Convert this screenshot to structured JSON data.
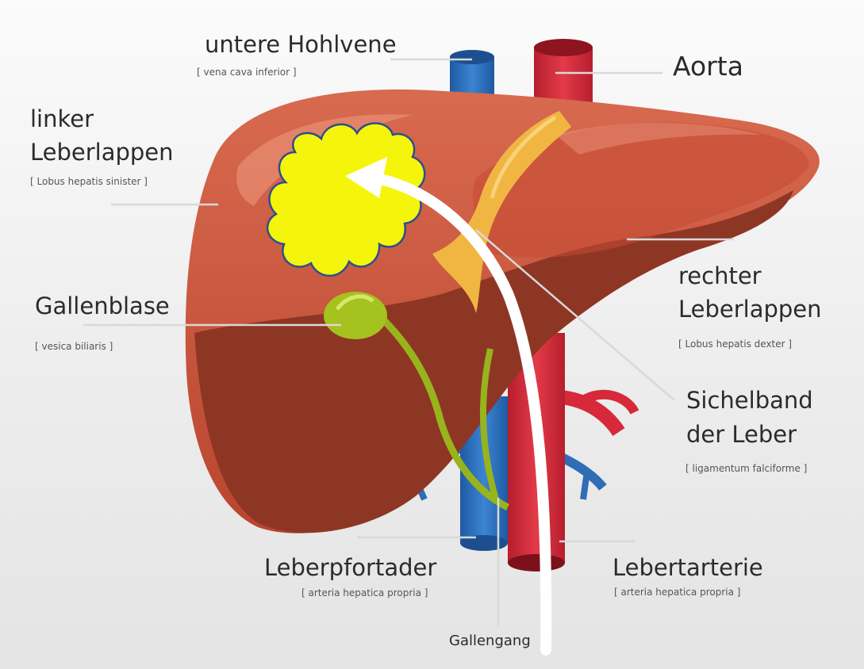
{
  "labels": {
    "vena_cava": {
      "title": "untere Hohlvene",
      "latin": "[ vena cava inferior ]"
    },
    "aorta": {
      "title": "Aorta"
    },
    "left_lobe": {
      "line1": "linker",
      "line2": "Leberlappen",
      "latin": "[ Lobus hepatis sinister ]"
    },
    "gallbladder": {
      "title": "Gallenblase",
      "latin": "[ vesica biliaris ]"
    },
    "right_lobe": {
      "line1": "rechter",
      "line2": "Leberlappen",
      "latin": "[ Lobus hepatis dexter ]"
    },
    "falciform": {
      "line1": "Sichelband",
      "line2": "der Leber",
      "latin": "[ ligamentum falciforme ]"
    },
    "portal_vein": {
      "title": "Leberpfortader",
      "latin": "[ arteria hepatica propria ]"
    },
    "hepatic_artery": {
      "title": "Lebertarterie",
      "latin": "[ arteria hepatica propria ]"
    },
    "bile_duct": {
      "title": "Gallengang"
    }
  },
  "colors": {
    "liver": "#c4513a",
    "liver_dark": "#8a3322",
    "vein": "#2f6db5",
    "artery": "#d62a3a",
    "gallbladder": "#a5c21f",
    "ligament": "#f1b642",
    "cloud": "#f5f50c",
    "arrow": "#ffffff"
  },
  "icons": [
    "cloud-callout",
    "curved-arrow"
  ]
}
